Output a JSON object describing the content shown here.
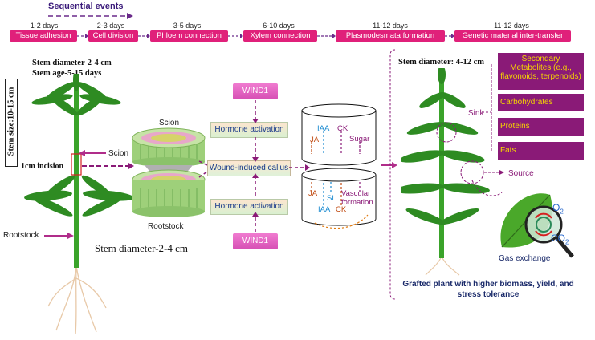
{
  "header": {
    "title": "Sequential events",
    "events": [
      {
        "days": "1-2 days",
        "label": "Tissue adhesion"
      },
      {
        "days": "2-3 days",
        "label": "Cell division"
      },
      {
        "days": "3-5 days",
        "label": "Phloem connection"
      },
      {
        "days": "6-10 days",
        "label": "Xylem connection"
      },
      {
        "days": "11-12 days",
        "label": "Plasmodesmata formation"
      },
      {
        "days": "11-12 days",
        "label": "Genetic material inter-transfer"
      }
    ]
  },
  "left": {
    "stem_diameter": "Stem diameter-2-4 cm",
    "stem_age": "Stem age-5-15 days",
    "stem_size": "Stem size:10-15 cm",
    "incision": "1cm incision",
    "scion": "Scion",
    "rootstock": "Rootstock",
    "bottom_diameter": "Stem diameter-2-4 cm"
  },
  "graft": {
    "scion": "Scion",
    "rootstock": "Rootstock",
    "wind1_top": "WIND1",
    "wind1_bottom": "WIND1",
    "hormone_top": "Hormone activation",
    "hormone_bottom": "Hormone activation",
    "callus": "Wound-induced callus"
  },
  "cylinder": {
    "top_labels": [
      "JA",
      "IAA",
      "CK",
      "Sugar"
    ],
    "bottom_labels": [
      "JA",
      "SL",
      "IAA",
      "CK",
      "Vascular",
      "formation"
    ]
  },
  "right": {
    "stem_diameter": "Stem diameter: 4-12 cm",
    "sink": "Sink",
    "source": "Source",
    "metabolites": [
      "Secondary Metabolites (e.g., flavonoids, terpenoids)",
      "Carbohydrates",
      "Proteins",
      "Fats"
    ],
    "o2": "O",
    "o2_sub": "2",
    "co2": "CO",
    "co2_sub": "2",
    "gas_exchange": "Gas exchange",
    "summary": "Grafted plant with higher biomass, yield, and stress tolerance"
  },
  "colors": {
    "stage_pink": "#e0207a",
    "metabolite_purple": "#8a1a77",
    "metabolite_text": "#f5d500",
    "arrow_purple": "#8a1a77",
    "plant_green": "#2e8b22"
  }
}
